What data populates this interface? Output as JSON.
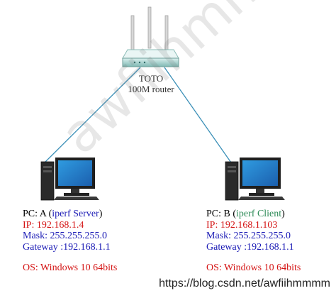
{
  "router": {
    "name": "TOTO",
    "type": "100M router"
  },
  "pc_a": {
    "title_prefix": "PC: A (",
    "role": "iperf Server",
    "title_suffix": ")",
    "ip": "IP: 192.168.1.4",
    "mask": "Mask: 255.255.255.0",
    "gateway": "Gateway :192.168.1.1",
    "os": "OS:  Windows 10 64bits"
  },
  "pc_b": {
    "title_prefix": "PC: B (",
    "role": "iperf Client",
    "title_suffix": ")",
    "ip": "IP: 192.168.1.103",
    "mask": "Mask: 255.255.255.0",
    "gateway": "Gateway :192.168.1.1",
    "os": "OS:  Windows 10 64bits"
  },
  "watermark": "awfiihmmmm",
  "footer_url": "https://blog.csdn.net/awfiihmmmm",
  "colors": {
    "text_blue": "#1a1ab5",
    "text_red": "#d41414",
    "text_green": "#2e8b57",
    "link_line": "#3a8fb7"
  }
}
